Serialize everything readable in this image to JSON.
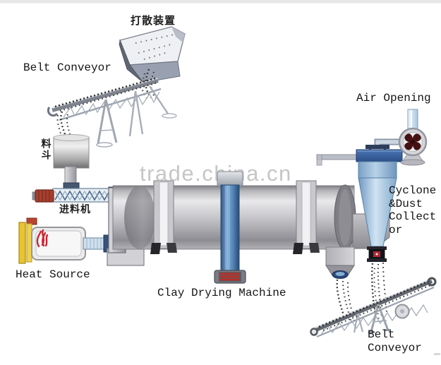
{
  "watermark": "trade.china.cn",
  "labels": {
    "scatter_device": "打散装置",
    "belt_conveyor_top": "Belt Conveyor",
    "hopper": "料斗",
    "feeder": "进料机",
    "heat_source": "Heat Source",
    "machine": "Clay Drying Machine",
    "air_opening": "Air Opening",
    "cyclone": "Cyclone\n&Dust\nCollect\nor",
    "belt_conveyor_bottom": "Belt\nConveyor"
  },
  "colors": {
    "drum_gray": "#c8c8cc",
    "steel_blue": "#5586b8",
    "cyclone_blue": "#a9c9e4",
    "flame_red": "#cc2433",
    "fan_maroon": "#451112",
    "burner_yellow": "#e8c431",
    "motor_red": "#a63f2f",
    "label_black": "#141414",
    "watermark_gray": "#c3c3c3"
  }
}
